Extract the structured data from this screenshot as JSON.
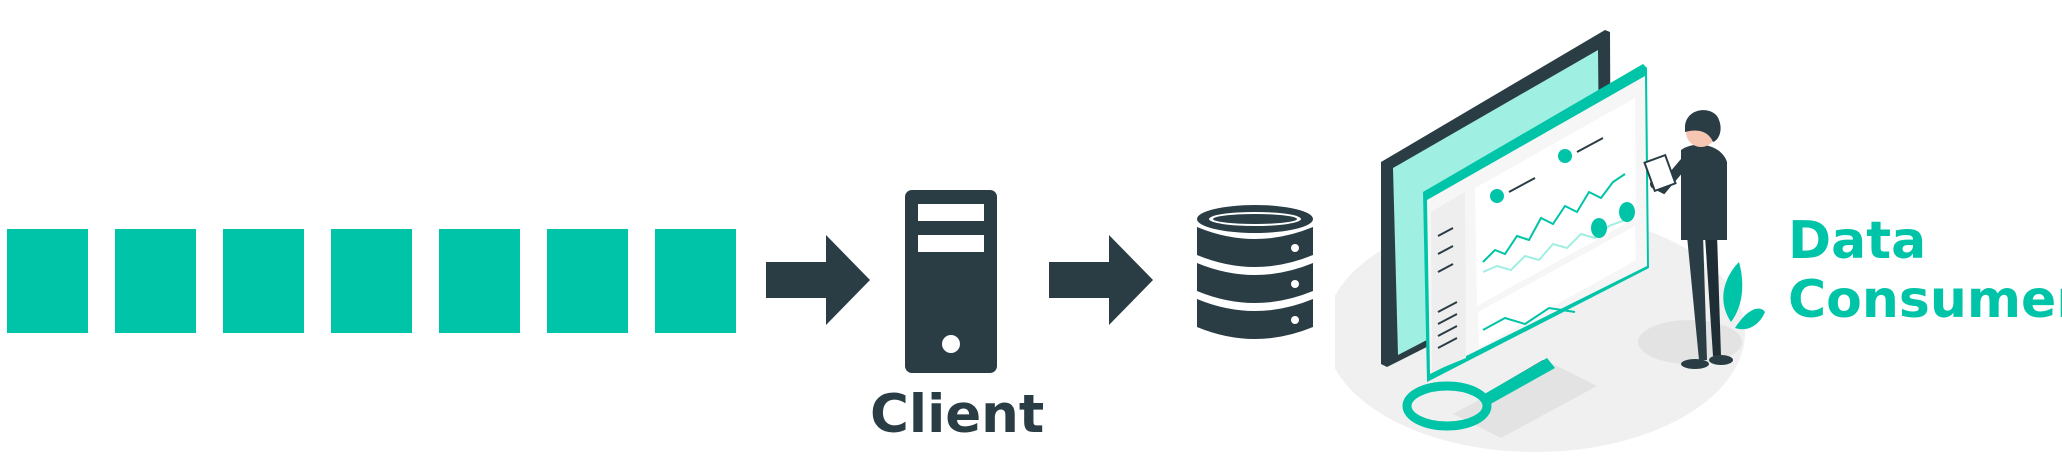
{
  "colors": {
    "accent": "#00c4a7",
    "dark": "#2a3d45",
    "light_gray": "#f2f2f2"
  },
  "data_blocks": {
    "count": 7
  },
  "client": {
    "label": "Client",
    "icon": "server-tower-icon"
  },
  "database": {
    "icon": "database-icon"
  },
  "consumer": {
    "label_line1": "Data",
    "label_line2": "Consumer",
    "illustration": "person-viewing-dashboard-illustration"
  }
}
